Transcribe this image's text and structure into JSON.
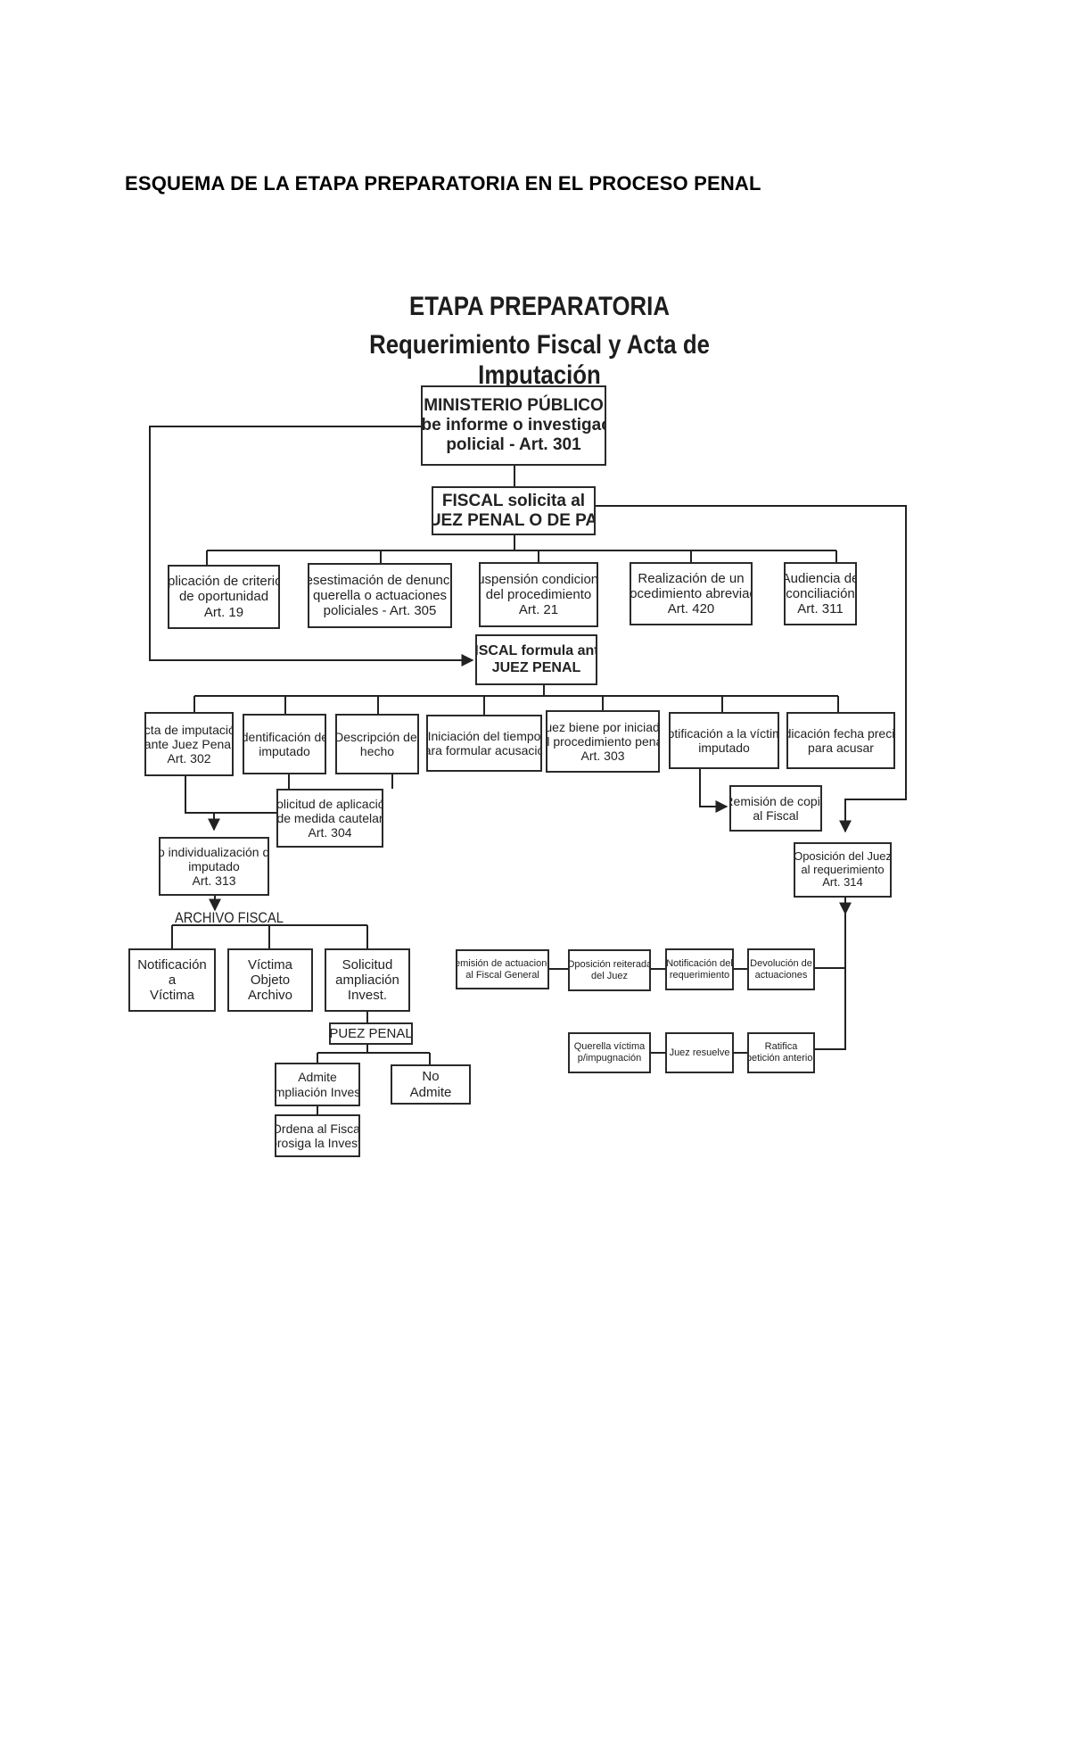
{
  "heading": "ESQUEMA DE LA ETAPA PREPARATORIA EN EL  PROCESO PENAL",
  "diagram": {
    "title": "ETAPA PREPARATORIA",
    "subtitle": "Requerimiento Fiscal y Acta de Imputación",
    "archivo_label": "ARCHIVO FISCAL",
    "nodes": {
      "ministerio": [
        "MINISTERIO PÚBLICO",
        "recibe informe o investigación",
        "policial - Art. 301"
      ],
      "fiscal_solicita": [
        "FISCAL solicita al",
        "JUEZ PENAL O DE PAZ"
      ],
      "criterios": [
        "Aplicación de criterios",
        "de oportunidad",
        "Art. 19"
      ],
      "desestimacion": [
        "Desestimación de denuncia,",
        "querella o actuaciones",
        "policiales - Art. 305"
      ],
      "suspension": [
        "Suspensión condicional",
        "del procedimiento",
        "Art. 21"
      ],
      "abreviado": [
        "Realización de un",
        "procedimiento abreviado",
        "Art. 420"
      ],
      "audiencia": [
        "Audiencia de",
        "conciliación",
        "Art. 311"
      ],
      "fiscal_formula": [
        "FISCAL formula ante",
        "JUEZ PENAL"
      ],
      "acta": [
        "Acta de imputación",
        "ante Juez Penal",
        "Art. 302"
      ],
      "identificacion": [
        "Identificación del",
        "imputado"
      ],
      "descripcion": [
        "Descripción del",
        "hecho"
      ],
      "iniciacion": [
        "Iniciación del tiempo",
        "para formular acusación"
      ],
      "juez_iniciado": [
        "Juez biene por iniciado",
        "el procedimiento penal",
        "Art. 303"
      ],
      "notificacion_victima": [
        "Notificación a la víctima",
        "imputado"
      ],
      "indicacion_fecha": [
        "Indicación fecha precisa",
        "para acusar"
      ],
      "medida_cautelar": [
        "Solicitud de aplicación",
        "de medida cautelar",
        "Art. 304"
      ],
      "remision_copia": [
        "Remisión de copia",
        "al Fiscal"
      ],
      "no_individualizacion": [
        "No individualización del",
        "imputado",
        "Art. 313"
      ],
      "oposicion": [
        "Oposición del Juez",
        "al requerimiento",
        "Art. 314"
      ],
      "notif_a_victima": [
        "Notificación",
        "a",
        "Víctima"
      ],
      "victima_objeto": [
        "Víctima",
        "Objeto",
        "Archivo"
      ],
      "solicitud_ampliacion": [
        "Solicitud",
        "ampliación",
        "Invest."
      ],
      "puez_penal": [
        "PUEZ PENAL"
      ],
      "admite": [
        "Admite",
        "ampliación Invest."
      ],
      "no_admite": [
        "No",
        "Admite"
      ],
      "ordena": [
        "Ordena al Fiscal",
        "prosiga la Invest."
      ],
      "remision_actuaciones": [
        "Remisión de actuaciones",
        "al Fiscal General"
      ],
      "oposicion_reiterada": [
        "Oposición reiterada",
        "del Juez"
      ],
      "notif_requerimiento": [
        "Notificación del",
        "requerimiento"
      ],
      "devolucion": [
        "Devolución de",
        "actuaciones"
      ],
      "querella": [
        "Querella víctima",
        "p/impugnación"
      ],
      "juez_resuelve": [
        "Juez resuelve"
      ],
      "ratifica": [
        "Ratifica",
        "petición anterior"
      ]
    }
  }
}
